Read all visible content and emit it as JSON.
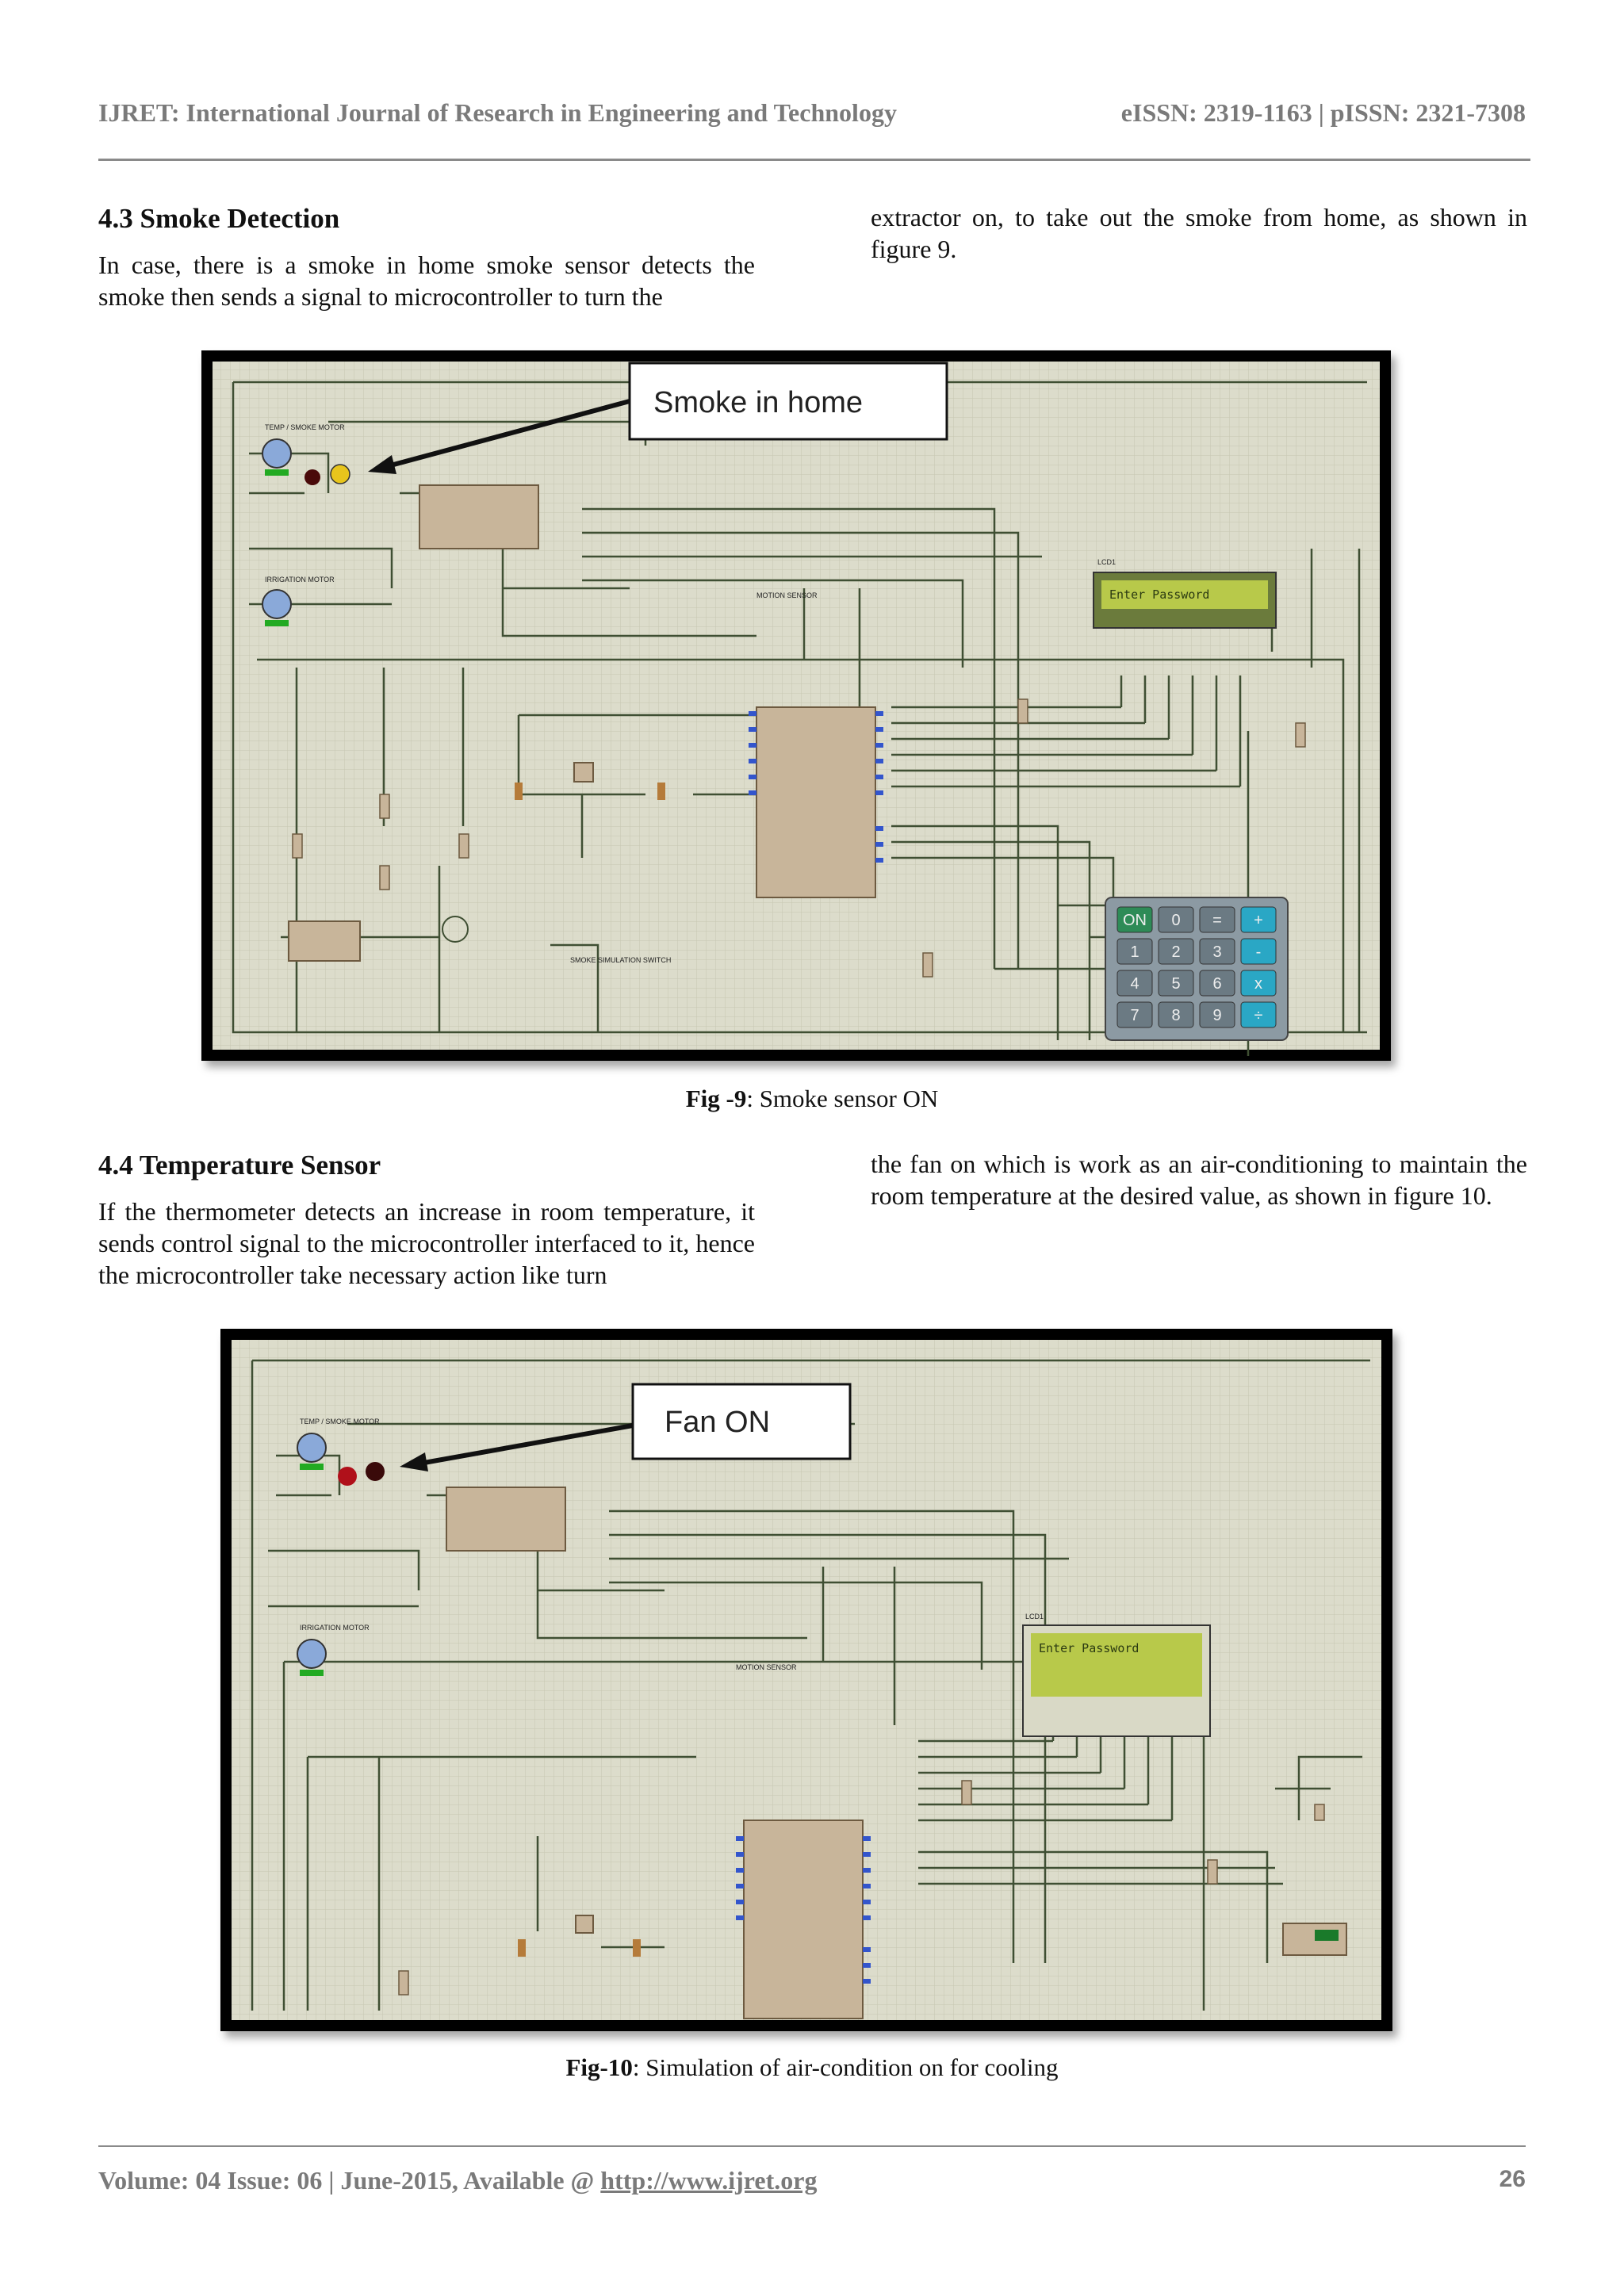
{
  "header": {
    "journal": "IJRET: International Journal of Research in Engineering and Technology",
    "issn": "eISSN: 2319-1163 | pISSN: 2321-7308"
  },
  "section_43": {
    "title": "4.3 Smoke Detection",
    "para_left": "In case, there is a smoke in home smoke sensor detects the smoke then sends a signal to microcontroller to turn the",
    "para_right": "extractor on, to take out the smoke from home, as shown in figure 9."
  },
  "figure9": {
    "callout": "Smoke in home",
    "lcd_line1": "Enter Password",
    "lcd_label": "LCD1",
    "label_temp_motor": "TEMP / SMOKE MOTOR",
    "label_irr_motor": "IRRIGATION MOTOR",
    "label_motion": "MOTION SENSOR",
    "label_smoke_switch": "SMOKE SIMULATION SWITCH",
    "keypad_keys": [
      "ON",
      "0",
      "=",
      "+",
      "1",
      "2",
      "3",
      "-",
      "4",
      "5",
      "6",
      "x",
      "7",
      "8",
      "9",
      "÷"
    ],
    "caption_label": "Fig -9",
    "caption_text": ": Smoke sensor ON"
  },
  "section_44": {
    "title": "4.4 Temperature Sensor",
    "para_left": "If the thermometer detects an increase in room temperature, it sends control signal to the microcontroller interfaced to it, hence the microcontroller take necessary action like turn",
    "para_right": "the fan on which is work as an air-conditioning to maintain the room temperature at the desired value,  as shown in figure 10."
  },
  "figure10": {
    "callout": "Fan ON",
    "lcd_line1": "Enter Password",
    "lcd_label": "LCD1",
    "label_temp_motor": "TEMP / SMOKE MOTOR",
    "label_irr_motor": "IRRIGATION MOTOR",
    "label_motion": "MOTION SENSOR",
    "caption_label": "Fig-10",
    "caption_text": ": Simulation of air-condition on for cooling"
  },
  "footer": {
    "volume": "Volume: 04 Issue: 06 | June-2015, Available @ ",
    "url": "http://www.ijret.org",
    "page": "26"
  },
  "colors": {
    "schematic_bg": "#dcdccb",
    "grid": "#c9c9b6",
    "wire": "#3f4f33",
    "chip": "#c8b59a",
    "lcd": "#b8c94a",
    "keypad_body": "#8c9aa3",
    "key_cyan": "#2aa7c5",
    "key_green": "#2e8b57"
  }
}
